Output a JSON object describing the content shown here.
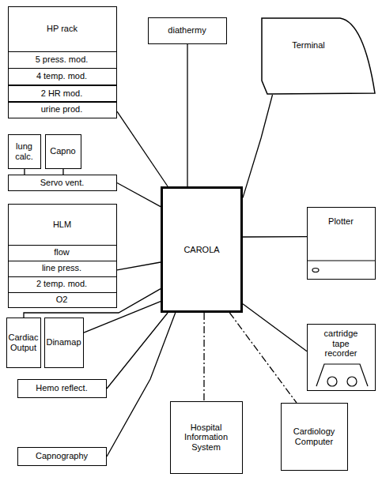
{
  "diagram": {
    "nodes": [
      {
        "text": [
          "HP rack"
        ]
      },
      {
        "text": [
          "5 press. mod."
        ],
        "in": 0
      },
      {
        "text": [
          "4 temp. mod."
        ],
        "in": 0
      },
      {
        "text": [
          "2 HR mod."
        ],
        "in": 0
      },
      {
        "text": [
          "urine prod."
        ],
        "in": 0
      },
      {
        "text": [
          "diathermy"
        ]
      },
      {
        "text": [
          "Terminal"
        ]
      },
      {
        "text": [
          "lung calc."
        ]
      },
      {
        "text": [
          "Capno"
        ]
      },
      {
        "text": [
          "Servo vent."
        ]
      },
      {
        "text": [
          "CAROLA"
        ]
      },
      {
        "text": [
          "Plotter"
        ]
      },
      {
        "text": [
          "HLM"
        ]
      },
      {
        "text": [
          "flow"
        ],
        "in": 12
      },
      {
        "text": [
          "line press."
        ],
        "in": 12
      },
      {
        "text": [
          "2 temp. mod."
        ],
        "in": 12
      },
      {
        "text": [
          "O2"
        ],
        "in": 12
      },
      {
        "text": [
          "cartridge tape recorder"
        ]
      },
      {
        "text": [
          "Cardiac Output"
        ]
      },
      {
        "text": [
          "Dinamap"
        ]
      },
      {
        "text": [
          "Hemo reflect."
        ]
      },
      {
        "text": [
          "Hospital Information System"
        ]
      },
      {
        "text": [
          "Cardiology Computer"
        ]
      },
      {
        "text": [
          "Capnography"
        ]
      }
    ],
    "edges": [
      {
        "from": 0,
        "to": 10,
        "arrow": "none"
      },
      {
        "from": 5,
        "to": 10,
        "arrow": "none"
      },
      {
        "from": 6,
        "to": 10,
        "arrow": "none"
      },
      {
        "from": 7,
        "to": 9,
        "arrow": "none"
      },
      {
        "from": 8,
        "to": 9,
        "arrow": "none"
      },
      {
        "from": 9,
        "to": 10,
        "arrow": "none"
      },
      {
        "from": 10,
        "to": 11,
        "arrow": "none"
      },
      {
        "from": 12,
        "to": 10,
        "arrow": "none"
      },
      {
        "from": 10,
        "to": 17,
        "arrow": "none"
      },
      {
        "from": 18,
        "to": 10,
        "arrow": "none"
      },
      {
        "from": 19,
        "to": 10,
        "arrow": "none"
      },
      {
        "from": 20,
        "to": 10,
        "arrow": "none"
      },
      {
        "from": 23,
        "to": 10,
        "arrow": "none"
      },
      {
        "from": 10,
        "to": 21,
        "arrow": "none"
      },
      {
        "from": 10,
        "to": 22,
        "arrow": "none"
      }
    ]
  }
}
